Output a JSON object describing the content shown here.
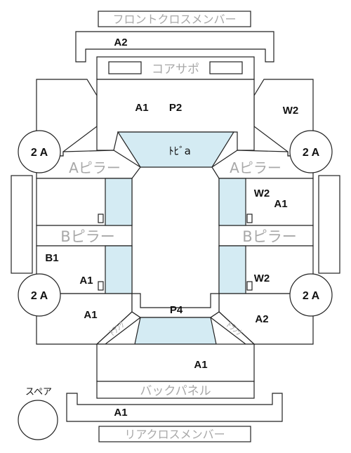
{
  "parts": {
    "front_cross_member": "フロントクロスメンバー",
    "core_support": "コアサポ",
    "a_pillar": "Aピラー",
    "b_pillar": "Bピラー",
    "back_panel": "バックパネル",
    "rear_cross_member": "リアクロスメンバー",
    "roof_front": "ﾄﾋﾞa",
    "spare": "スペア",
    "trunk_left": "ﾄﾗﾝｸ",
    "trunk_right": "ﾄﾗﾝｸ"
  },
  "marks": {
    "front_member": "A2",
    "core_a": "A1",
    "core_p": "P2",
    "right_fender": "W2",
    "left_circle_top": "2 A",
    "right_circle_top": "2 A",
    "left_circle_bottom": "2 A",
    "right_circle_bottom": "2 A",
    "right_front_door_w": "W2",
    "right_front_door_a": "A1",
    "left_rear_door_b": "B1",
    "left_rear_door_a": "A1",
    "right_rear_door_w": "W2",
    "left_quarter": "A1",
    "roof_rear": "P4",
    "right_quarter": "A2",
    "trunk": "A1",
    "rear_member": "A1"
  }
}
